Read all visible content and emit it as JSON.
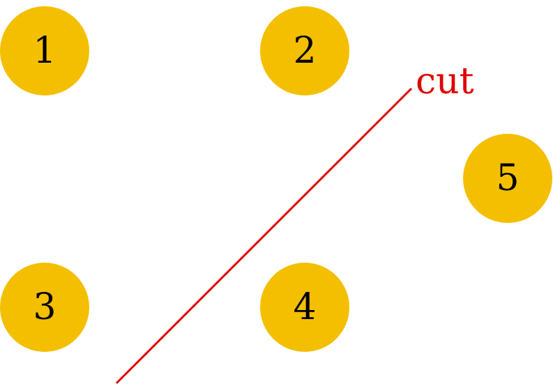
{
  "graph": {
    "nodes": [
      {
        "id": "1",
        "label": "1"
      },
      {
        "id": "2",
        "label": "2"
      },
      {
        "id": "3",
        "label": "3"
      },
      {
        "id": "4",
        "label": "4"
      },
      {
        "id": "5",
        "label": "5"
      }
    ],
    "cut": {
      "label": "cut"
    }
  },
  "colors": {
    "node_fill": "#F4BF00",
    "node_text": "#000000",
    "cut": "#E00000"
  }
}
